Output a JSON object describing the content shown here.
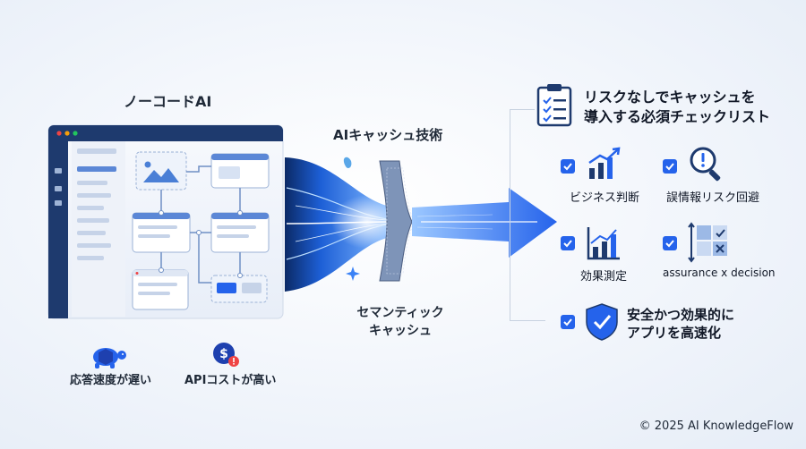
{
  "left": {
    "title": "ノーコードAI",
    "issues": [
      {
        "label": "応答速度が遅い",
        "icon": "turtle-icon"
      },
      {
        "label": "APIコストが高い",
        "icon": "dollar-alert-icon"
      }
    ]
  },
  "middle": {
    "title": "AIキャッシュ技術",
    "label": [
      "セマンティック",
      "キャッシュ"
    ]
  },
  "right": {
    "title": [
      "リスクなしでキャッシュを",
      "導入する必須チェックリスト"
    ],
    "items": [
      {
        "label": "ビジネス判断",
        "icon": "growth-chart-icon"
      },
      {
        "label": "誤情報リスク回避",
        "icon": "magnifier-alert-icon"
      },
      {
        "label": "効果測定",
        "icon": "bar-chart-icon"
      },
      {
        "label": "assurance x decision",
        "icon": "matrix-icon"
      }
    ],
    "final": [
      "安全かつ効果的に",
      "アプリを高速化"
    ]
  },
  "colors": {
    "accent": "#2563eb",
    "navy": "#1e3a6e"
  },
  "copyright": "© 2025 AI KnowledgeFlow"
}
